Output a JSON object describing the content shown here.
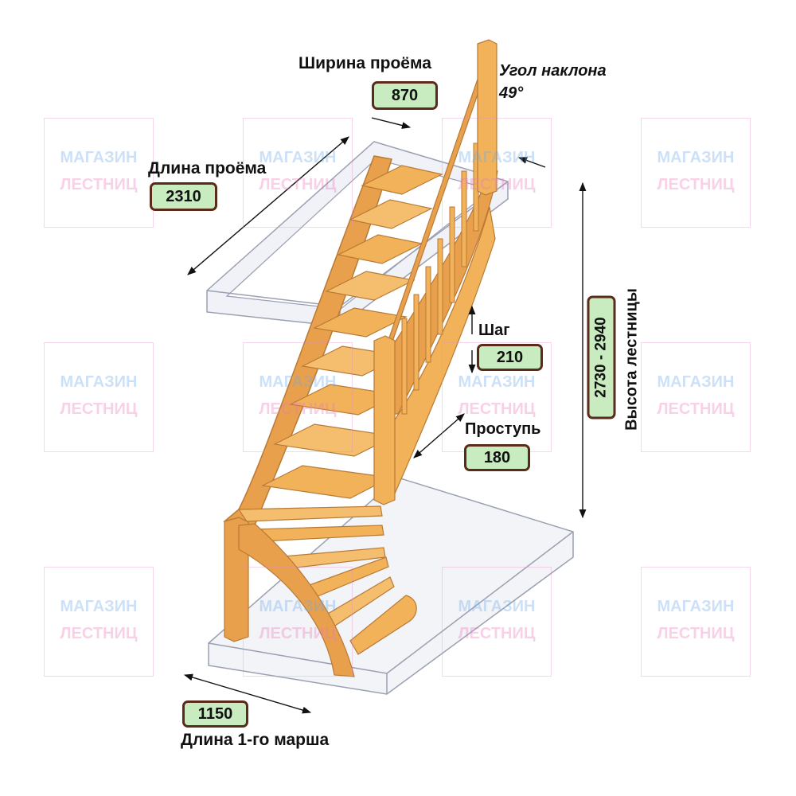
{
  "labels": {
    "opening_width": "Ширина проёма",
    "incline_angle_title": "Угол наклона",
    "incline_angle_value": "49°",
    "opening_length": "Длина проёма",
    "step_height": "Шаг",
    "tread_depth": "Проступь",
    "stair_height": "Высота лестницы",
    "first_flight_length": "Длина 1-го марша"
  },
  "values": {
    "opening_width": "870",
    "opening_length": "2310",
    "step_height": "210",
    "tread_depth": "180",
    "stair_height": "2730 - 2940",
    "first_flight_length": "1150"
  },
  "watermark": {
    "line1": "МАГАЗИН",
    "line2": "ЛЕСТНИЦ"
  },
  "colors": {
    "wood": "#f2b25a",
    "wood_dark": "#c9863a",
    "value_box_fill": "#c8ecc0",
    "value_box_border": "#5a2a1a"
  }
}
